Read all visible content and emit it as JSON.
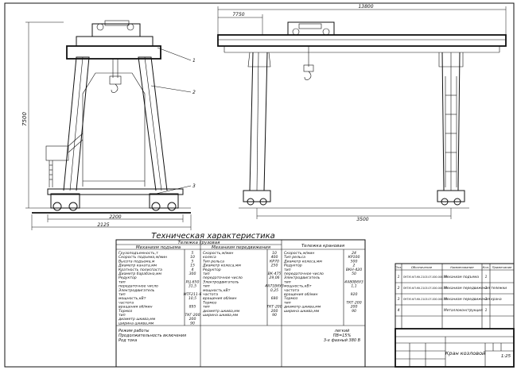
{
  "drawing": {
    "side_view": {
      "height_dim": "7500",
      "base_width_dims": [
        "2200",
        "2125"
      ],
      "callouts": [
        "1",
        "2",
        "3"
      ]
    },
    "front_view": {
      "span_dims": [
        "7750",
        "13800",
        "3500"
      ]
    }
  },
  "spec": {
    "title": "Техническая характеристика",
    "crane_trolley_header": "Тележка грузовая",
    "header_lift": "Механизм подъема",
    "header_travel": "Механизм передвижения",
    "header_crane_travel": "Тележка крановая",
    "lift_rows": [
      {
        "label": "Грузоподъемность,т",
        "value": "5"
      },
      {
        "label": "Скорость подъема,м/мин",
        "value": "10"
      },
      {
        "label": "Высота подъема,м",
        "value": "5"
      },
      {
        "label": "Диаметр каната,мм",
        "value": "15"
      },
      {
        "label": "Кратность полиспаста",
        "value": "4"
      },
      {
        "label": "Диаметр барабана,мм",
        "value": "300"
      },
      {
        "label": "Редуктор",
        "value": ""
      },
      {
        "label": "  тип",
        "value": "РЦ-650"
      },
      {
        "label": "  передаточное число",
        "value": "31,5"
      },
      {
        "label": "Электродвигатель",
        "value": ""
      },
      {
        "label": "  тип",
        "value": "МТF211-6"
      },
      {
        "label": "  мощность,кВт",
        "value": "10,5"
      },
      {
        "label": "  частота",
        "value": ""
      },
      {
        "label": "  вращения об/мин",
        "value": "895"
      },
      {
        "label": "Тормоз",
        "value": ""
      },
      {
        "label": "  тип",
        "value": "ТКГ-200"
      },
      {
        "label": "  диаметр шкива,мм",
        "value": "200"
      },
      {
        "label": "  ширина шкива,мм",
        "value": "90"
      }
    ],
    "travel_rows": [
      {
        "label": "Скорость,м/мин",
        "value": "10"
      },
      {
        "label": "колеса",
        "value": "400"
      },
      {
        "label": "Тип рельса",
        "value": "КР70"
      },
      {
        "label": "Диаметр колеса,мм",
        "value": "250"
      },
      {
        "label": "Редуктор",
        "value": ""
      },
      {
        "label": "  тип",
        "value": "ВК-475"
      },
      {
        "label": "  передаточное число",
        "value": "29,06"
      },
      {
        "label": "Электродвигатель",
        "value": ""
      },
      {
        "label": "  тип",
        "value": "4А71В6У3"
      },
      {
        "label": "  мощность,кВт",
        "value": "0,25"
      },
      {
        "label": "  частота",
        "value": ""
      },
      {
        "label": "  вращения об/мин",
        "value": "680"
      },
      {
        "label": "Тормоз",
        "value": ""
      },
      {
        "label": "  тип",
        "value": "ТКТ-200"
      },
      {
        "label": "  диаметр шкива,мм",
        "value": "200"
      },
      {
        "label": "  ширина шкива,мм",
        "value": "90"
      }
    ],
    "crane_rows": [
      {
        "label": "Скорость,м/мин",
        "value": "24"
      },
      {
        "label": "Тип рельса",
        "value": "КР100"
      },
      {
        "label": "Диаметр колеса,мм",
        "value": "500"
      },
      {
        "label": "Редуктор",
        "value": "2"
      },
      {
        "label": "  тип",
        "value": "ВКН-420"
      },
      {
        "label": "  передаточное число",
        "value": "50"
      },
      {
        "label": "Электродвигатель",
        "value": ""
      },
      {
        "label": "  тип",
        "value": "4А80В6У3"
      },
      {
        "label": "  мощность,кВт",
        "value": "1,1"
      },
      {
        "label": "  частота",
        "value": ""
      },
      {
        "label": "  вращения об/мин",
        "value": "920"
      },
      {
        "label": "Тормоз",
        "value": ""
      },
      {
        "label": "  тип",
        "value": "ТКТ-200"
      },
      {
        "label": "  диаметр шкива,мм",
        "value": "200"
      },
      {
        "label": "  ширина шкива,мм",
        "value": "90"
      }
    ],
    "footer_rows": [
      {
        "label": "Режим работы",
        "value": "легкий"
      },
      {
        "label": "Продолжительность включения",
        "value": "ПВ=15%"
      },
      {
        "label": "Род тока",
        "value": "3-х фазный  380 В"
      }
    ]
  },
  "parts_list": {
    "headers": [
      "Поз.",
      "Обозначение",
      "Наименование",
      "Кол.",
      "Примечание"
    ],
    "rows": [
      {
        "pos": "1",
        "code": "ПКТЮ.КП.КК.2103.07.000.000.ТЛ",
        "name": "Механизм подъема",
        "qty": "1"
      },
      {
        "pos": "2",
        "code": "ПКТЮ.КП.КК.2103.07.000.000.ТЛ",
        "name": "Механизм передвижения тележки",
        "qty": "1"
      },
      {
        "pos": "3",
        "code": "ПКТЮ.КП.КК.2103.07.000.000.ТЛ",
        "name": "Механизм передвижения крана",
        "qty": "1"
      },
      {
        "pos": "4",
        "code": "",
        "name": "Металлоконструкция",
        "qty": "1"
      }
    ]
  },
  "title_block": {
    "name": "Кран козловой",
    "scale": "1:25"
  }
}
